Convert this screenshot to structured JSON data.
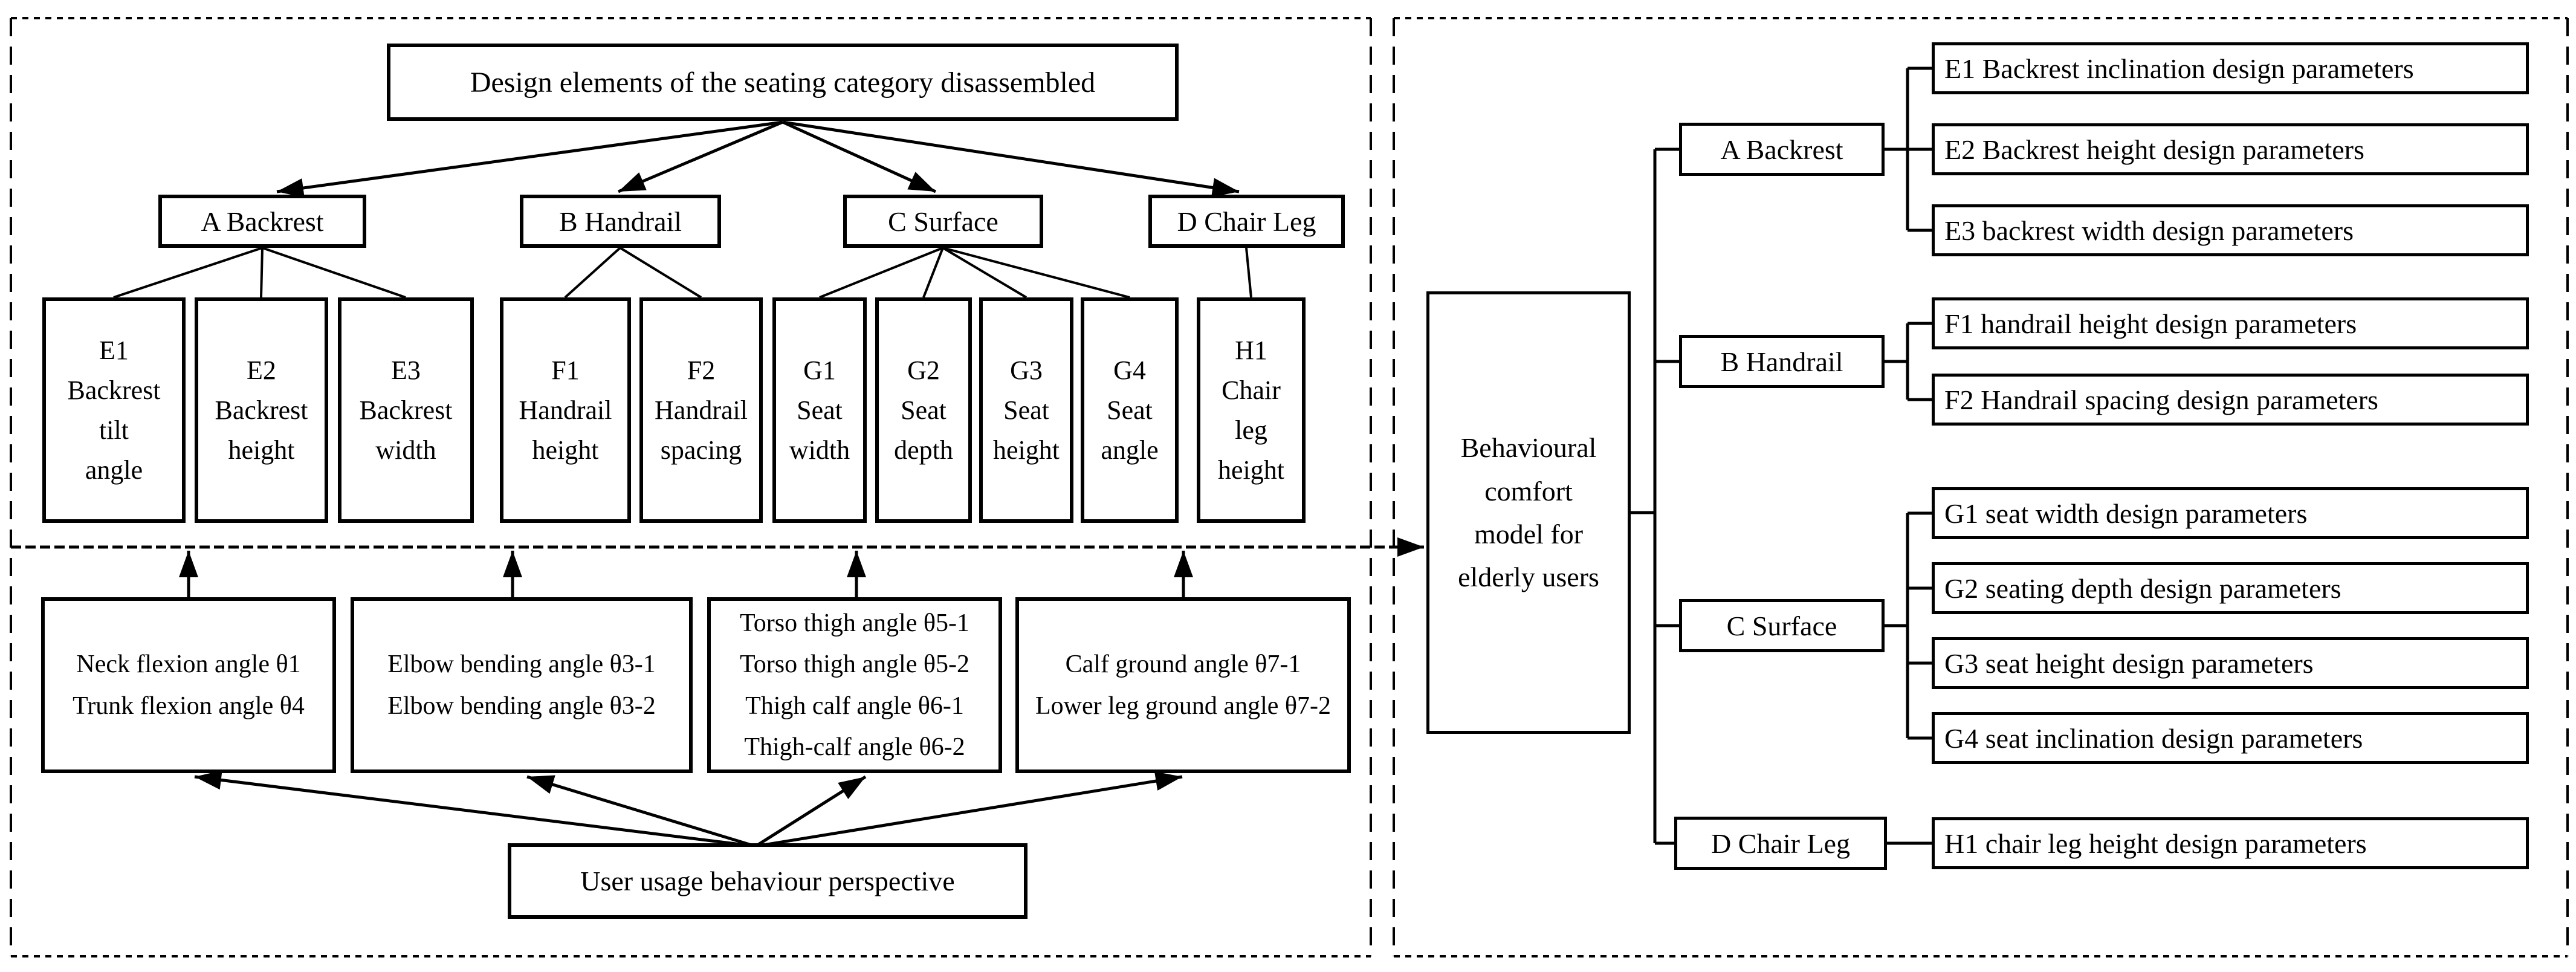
{
  "left_panel": {
    "title": "Design elements of the seating category disassembled",
    "categories": [
      {
        "label": "A Backrest"
      },
      {
        "label": "B Handrail"
      },
      {
        "label": "C Surface"
      },
      {
        "label": "D Chair Leg"
      }
    ],
    "design_elements": [
      {
        "lines": [
          "E1",
          "Backrest",
          "tilt",
          "angle"
        ]
      },
      {
        "lines": [
          "E2",
          "Backrest",
          "height"
        ]
      },
      {
        "lines": [
          "E3",
          "Backrest",
          "width"
        ]
      },
      {
        "lines": [
          "F1",
          "Handrail",
          "height"
        ]
      },
      {
        "lines": [
          "F2",
          "Handrail",
          "spacing"
        ]
      },
      {
        "lines": [
          "G1",
          "Seat",
          "width"
        ]
      },
      {
        "lines": [
          "G2",
          "Seat",
          "depth"
        ]
      },
      {
        "lines": [
          "G3",
          "Seat",
          "height"
        ]
      },
      {
        "lines": [
          "G4",
          "Seat",
          "angle"
        ]
      },
      {
        "lines": [
          "H1",
          "Chair",
          "leg",
          "height"
        ]
      }
    ],
    "behaviour_boxes": [
      {
        "lines": [
          "Neck flexion angle θ1",
          "Trunk flexion angle θ4"
        ]
      },
      {
        "lines": [
          "Elbow bending angle θ3-1",
          "Elbow bending angle θ3-2"
        ]
      },
      {
        "lines": [
          "Torso thigh angle θ5-1",
          "Torso thigh angle θ5-2",
          "Thigh calf angle θ6-1",
          "Thigh-calf angle θ6-2"
        ]
      },
      {
        "lines": [
          "Calf ground angle θ7-1",
          "Lower leg ground angle θ7-2"
        ]
      }
    ],
    "user_perspective": "User usage behaviour perspective"
  },
  "right_panel": {
    "model_box": {
      "lines": [
        "Behavioural",
        "comfort",
        "model for",
        "elderly users"
      ]
    },
    "categories": [
      {
        "label": "A Backrest",
        "parameters": [
          "E1 Backrest inclination design parameters",
          "E2 Backrest height design parameters",
          "E3 backrest width design parameters"
        ]
      },
      {
        "label": "B Handrail",
        "parameters": [
          "F1 handrail height design parameters",
          "F2 Handrail spacing design parameters"
        ]
      },
      {
        "label": "C Surface",
        "parameters": [
          "G1 seat width design parameters",
          "G2 seating depth design parameters",
          "G3 seat height design parameters",
          "G4 seat inclination design parameters"
        ]
      },
      {
        "label": "D Chair Leg",
        "parameters": [
          "H1 chair leg height design parameters"
        ]
      }
    ]
  },
  "colors": {
    "ink": "#000000",
    "paper": "#ffffff"
  }
}
